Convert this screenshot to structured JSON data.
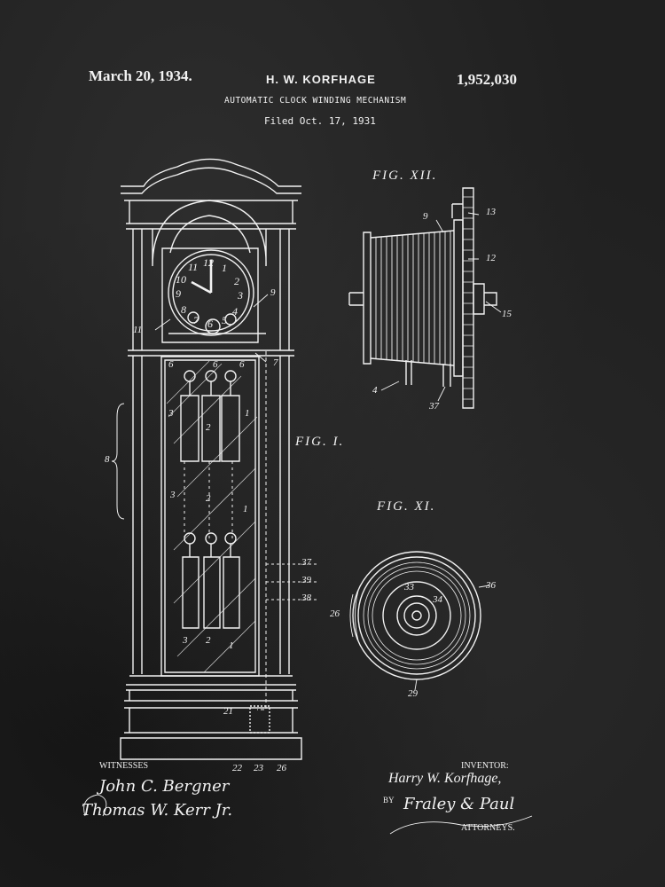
{
  "header": {
    "date": "March 20, 1934.",
    "inventor": "H. W. KORFHAGE",
    "patent_number": "1,952,030",
    "title": "AUTOMATIC CLOCK WINDING MECHANISM",
    "filed": "Filed Oct. 17, 1931"
  },
  "figures": {
    "fig12": "FIG. XII.",
    "fig1": "FIG. I.",
    "fig11": "FIG. XI."
  },
  "footer": {
    "witnesses_label": "WITNESSES",
    "witness1": "John C. Bergner",
    "witness2": "Thomas W. Kerr Jr.",
    "inventor_label": "INVENTOR:",
    "inventor_name": "Harry W. Korfhage,",
    "by_label": "BY",
    "attorney_sig": "Fraley & Paul",
    "attorneys_label": "ATTORNEYS."
  },
  "reference_numerals": {
    "r9a": "9",
    "r11": "11",
    "r7": "7",
    "r6a": "6",
    "r6b": "6",
    "r6c": "6",
    "r3a": "3",
    "r2a": "2",
    "r1a": "1",
    "r8": "8",
    "r3b": "3",
    "r2b": "2",
    "r1b": "1",
    "r37a": "37",
    "r39": "39",
    "r38": "38",
    "r3c": "3",
    "r2c": "2",
    "r1c": "1",
    "r21": "21",
    "r22": "22",
    "r23": "23",
    "r26a": "26",
    "r9b": "9",
    "r13": "13",
    "r12": "12",
    "r15": "15",
    "r4": "4",
    "r37b": "37",
    "r33": "33",
    "r34": "34",
    "r36": "36",
    "r26b": "26",
    "r29": "29"
  },
  "dial": {
    "n12": "12",
    "n1": "1",
    "n2": "2",
    "n3": "3",
    "n4": "4",
    "n5": "5",
    "n6": "6",
    "n7": "7",
    "n8": "8",
    "n9": "9",
    "n10": "10",
    "n11": "11"
  },
  "colors": {
    "background": "#202020",
    "ink": "#f2f2f2"
  }
}
